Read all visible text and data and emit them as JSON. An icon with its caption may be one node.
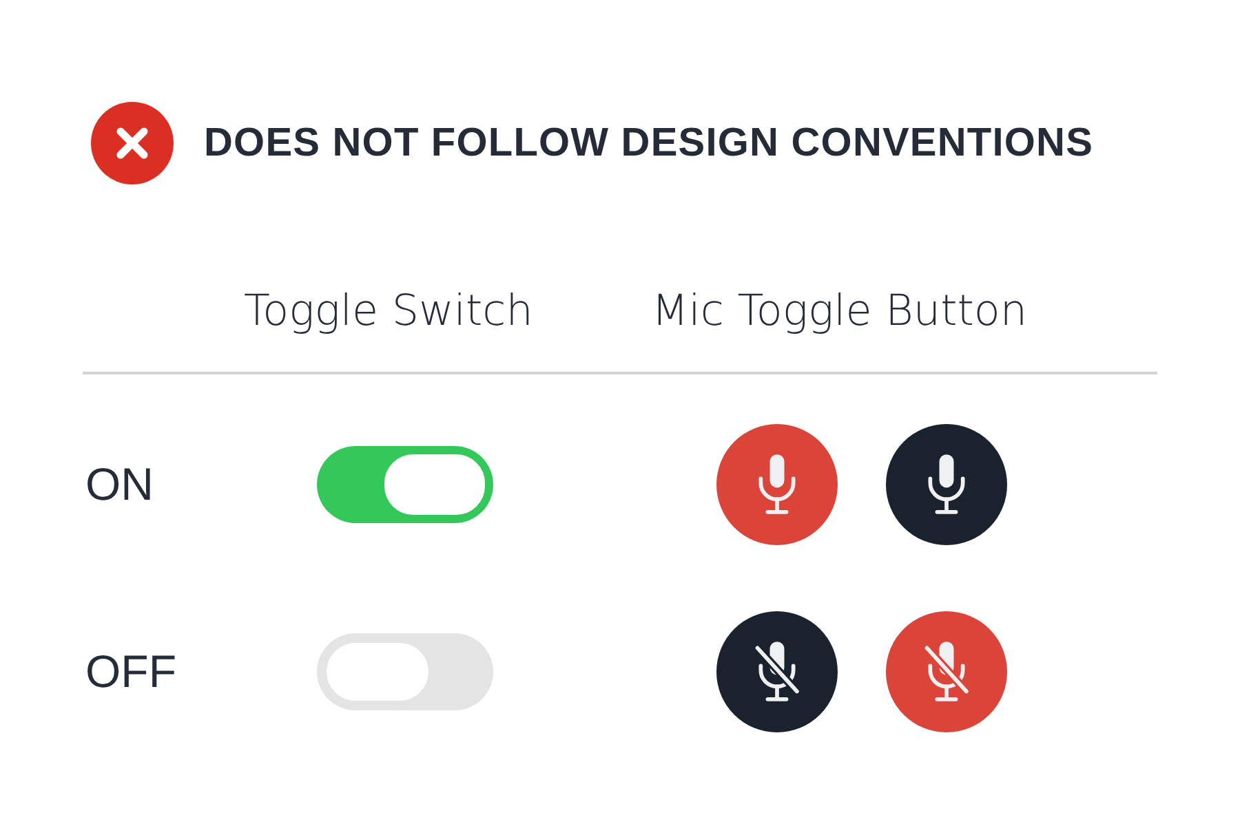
{
  "diagram": {
    "title": "DOES NOT FOLLOW DESIGN CONVENTIONS",
    "labels": [
      "Toggle Switch",
      "Mic Toggle Button",
      "ON",
      "OFF"
    ]
  }
}
